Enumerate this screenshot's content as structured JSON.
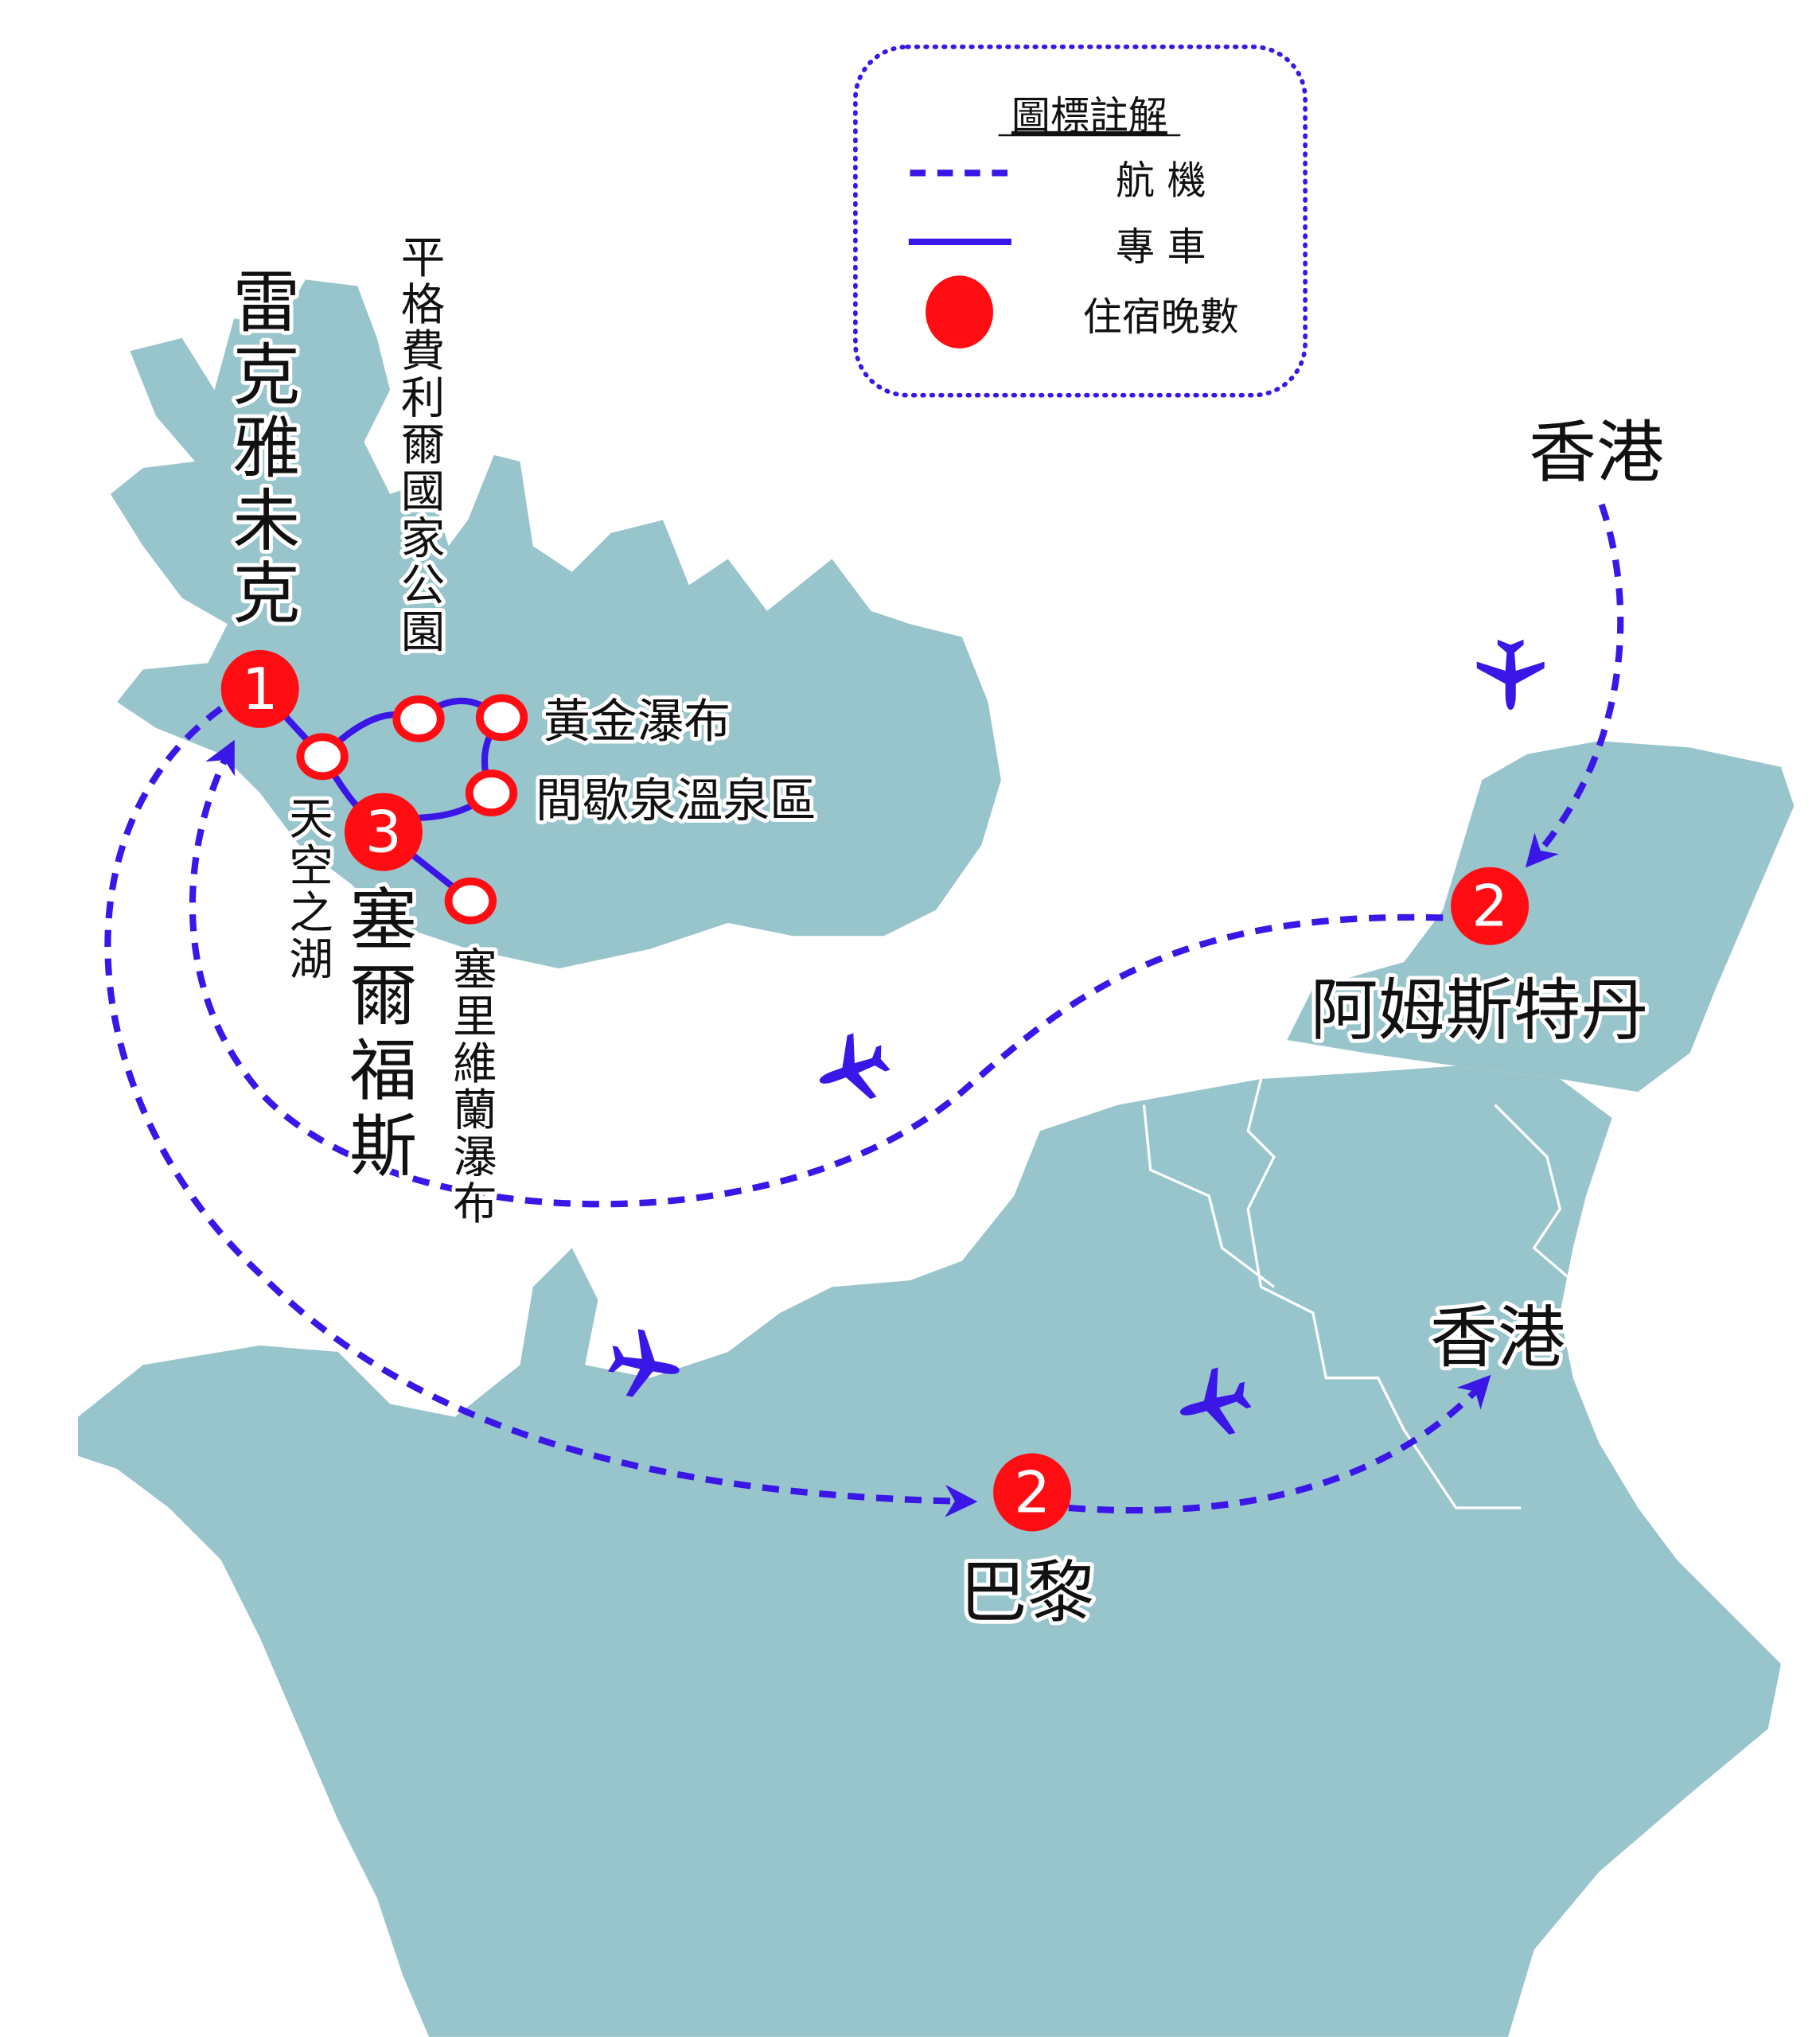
{
  "legend": {
    "title": "圖標註解",
    "items": [
      {
        "symbol": "dashed-line",
        "label": "航 機"
      },
      {
        "symbol": "solid-line",
        "label": "專 車"
      },
      {
        "symbol": "red-dot",
        "label": "住宿晚數"
      }
    ]
  },
  "colors": {
    "land": "#98c5cc",
    "route": "#3a17e6",
    "stay": "#ff0d12",
    "text": "#111111"
  },
  "cities": {
    "reykjavik": {
      "label": "雷克雅未克",
      "nights": "1"
    },
    "selfoss": {
      "label": "塞爾福斯",
      "nights": "3"
    },
    "amsterdam": {
      "label": "阿姆斯特丹",
      "nights": "2"
    },
    "paris": {
      "label": "巴黎",
      "nights": "2"
    },
    "hongkong_origin": {
      "label": "香港"
    },
    "hongkong_return": {
      "label": "香港"
    }
  },
  "attractions": {
    "thingvellir": "平格費利爾國家公園",
    "gullfoss": "黃金瀑布",
    "geysir": "間歇泉溫泉區",
    "laugarvatn": "天空之湖",
    "seljalandsfoss": "塞里維蘭瀑布"
  }
}
